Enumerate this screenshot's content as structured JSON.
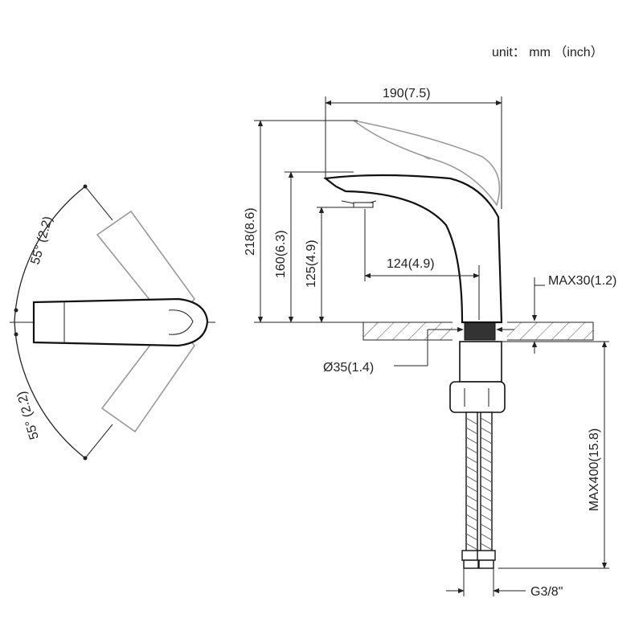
{
  "unit_label": "unit： mm （inch）",
  "side_view": {
    "width_label": "190(7.5)",
    "height_total_label": "218(8.6)",
    "height_spout_label": "160(6.3)",
    "height_outlet_label": "125(4.9)",
    "reach_label": "124(4.9)",
    "deck_thickness_label": "MAX30(1.2)",
    "hole_diameter_label": "Ø35(1.4)",
    "hose_length_label": "MAX400(15.8)",
    "connection_label": "G3/8\""
  },
  "top_view": {
    "rotation_upper_label": "55° (2.2)",
    "rotation_lower_label": "55° (2.2)"
  }
}
